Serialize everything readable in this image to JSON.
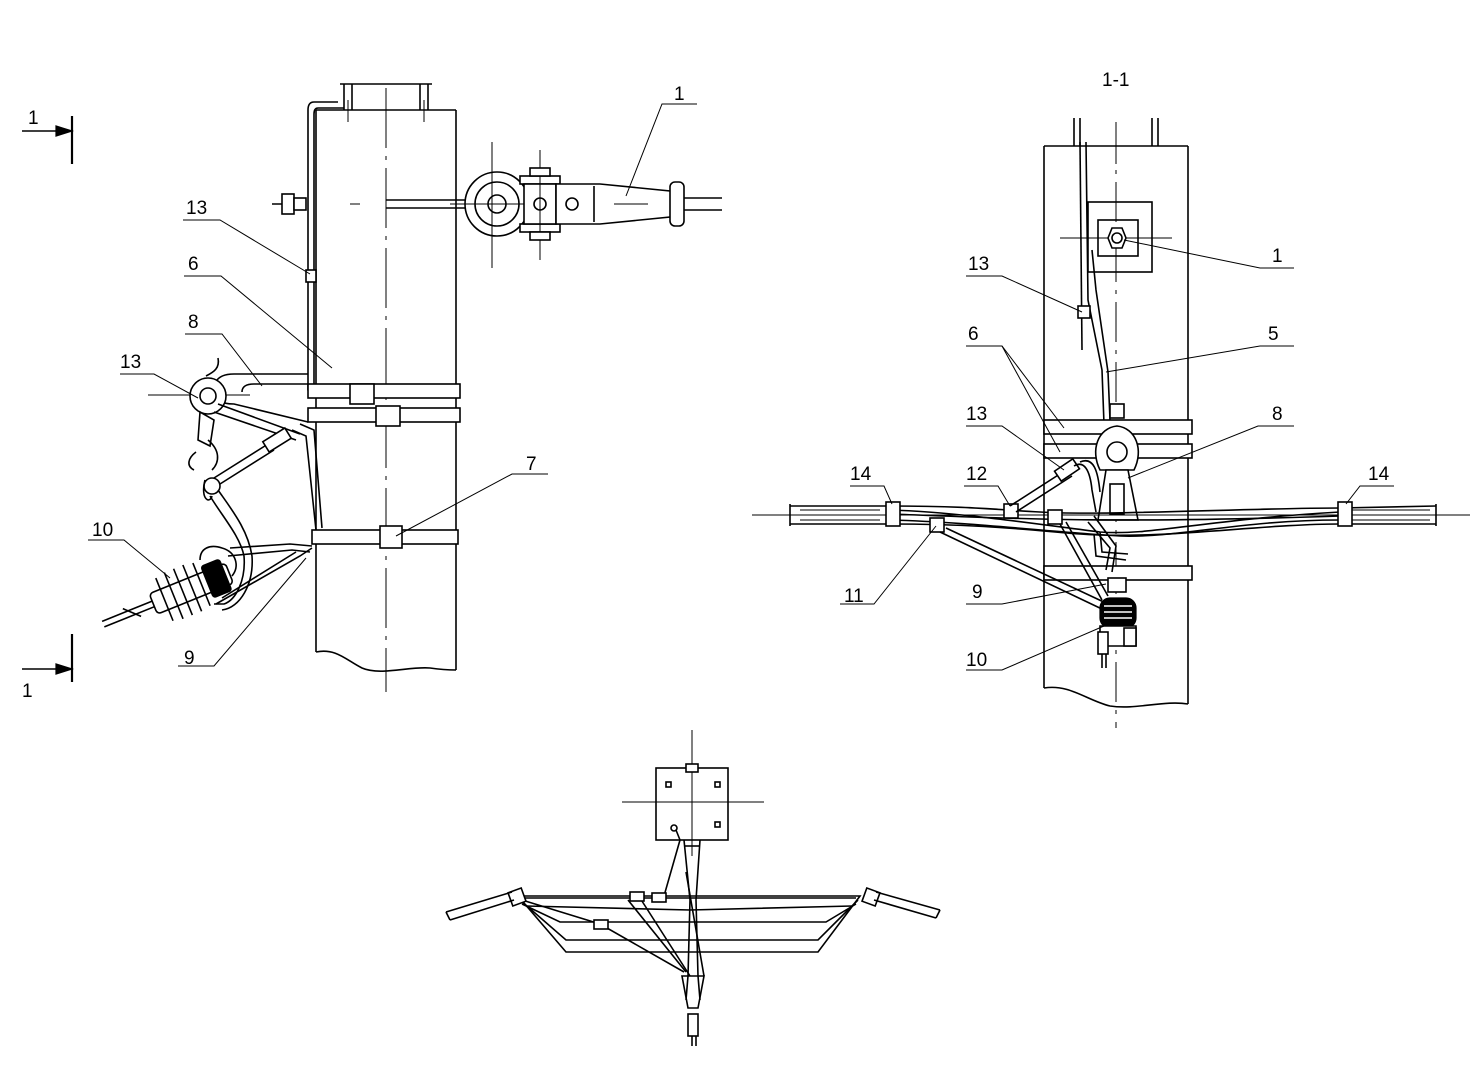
{
  "drawing": {
    "section_mark_top": "1",
    "section_mark_bottom": "1",
    "section_title": "1-1",
    "front_view_labels": {
      "l1": "1",
      "l13a": "13",
      "l6": "6",
      "l8": "8",
      "l13b": "13",
      "l7": "7",
      "l10": "10",
      "l9": "9"
    },
    "side_view_labels": {
      "l1": "1",
      "l13a": "13",
      "l5": "5",
      "l6": "6",
      "l13b": "13",
      "l8": "8",
      "l14a": "14",
      "l12": "12",
      "l14b": "14",
      "l11": "11",
      "l9": "9",
      "l10": "10"
    }
  },
  "colors": {
    "stroke": "#000000",
    "background": "#ffffff"
  }
}
